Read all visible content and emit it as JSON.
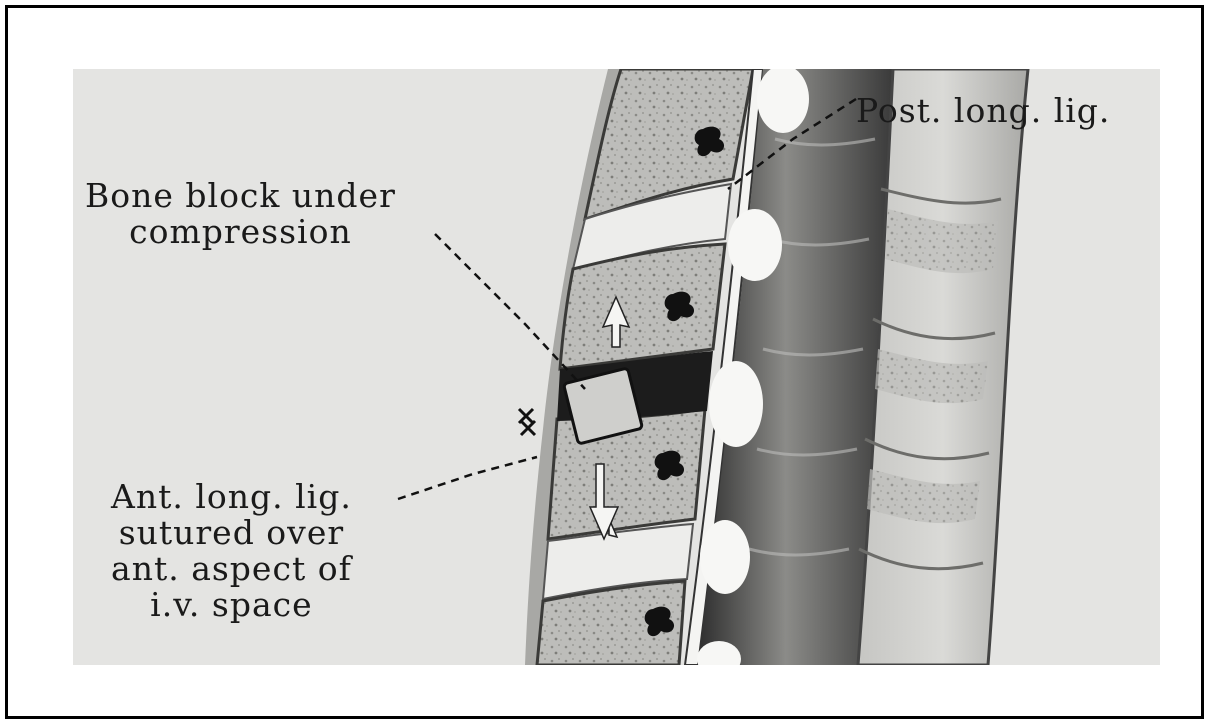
{
  "labels": {
    "post_long_lig": "Post. long. lig.",
    "bone_block_line1": "Bone block under",
    "bone_block_line2": "compression",
    "ant_long_lig_line1": "Ant. long. lig.",
    "ant_long_lig_line2": "sutured over",
    "ant_long_lig_line3": "ant. aspect of",
    "ant_long_lig_line4": "i.v. space"
  },
  "colors": {
    "paper": "#e4e4e2",
    "ink": "#1a1a1a",
    "bone": "#c9c9c6",
    "disc": "#f0f0ee",
    "cord": "#5c5c5c"
  }
}
